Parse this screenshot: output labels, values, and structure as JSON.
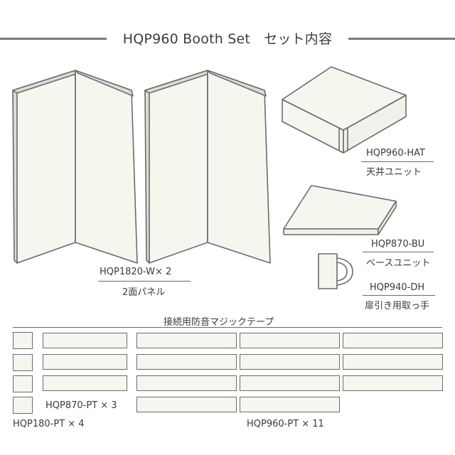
{
  "title": "HQP960 Booth Set　セット内容",
  "panel": {
    "code": "HQP1820-W× 2",
    "desc": "2面パネル"
  },
  "ceiling": {
    "code": "HQP960-HAT",
    "desc": "天井ユニット"
  },
  "base": {
    "code": "HQP870-BU",
    "desc": "ベースユニット"
  },
  "handle": {
    "code": "HQP940-DH",
    "desc": "扉引き用取っ手"
  },
  "tape_heading": "接続用防音マジックテープ",
  "tape_small": {
    "code": "HQP180-PT × 4"
  },
  "tape_medium": {
    "code": "HQP870-PT × 3"
  },
  "tape_large": {
    "code": "HQP960-PT × 11"
  },
  "colors": {
    "stroke": "#6b6b6b",
    "fill": "#f6f6ef",
    "edge": "#dcdcd2",
    "rule": "#7d7b70"
  }
}
